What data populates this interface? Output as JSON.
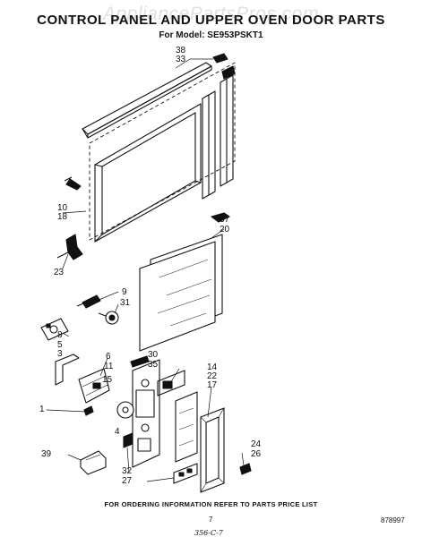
{
  "header": {
    "title": "CONTROL PANEL AND UPPER OVEN DOOR PARTS",
    "model_label": "For Model: SE953PSKT1",
    "watermark": "AppliancePartsPros.com"
  },
  "callouts": [
    "38",
    "33",
    "10",
    "18",
    "37",
    "20",
    "23",
    "9",
    "31",
    "8",
    "5",
    "3",
    "6",
    "11",
    "30",
    "35",
    "15",
    "14",
    "22",
    "17",
    "1",
    "4",
    "24",
    "26",
    "39",
    "32",
    "27"
  ],
  "footer": {
    "ordering_note": "FOR ORDERING INFORMATION REFER TO PARTS PRICE LIST",
    "page_number": "7",
    "document_number": "878997",
    "handwritten_note": "356-C-7"
  }
}
